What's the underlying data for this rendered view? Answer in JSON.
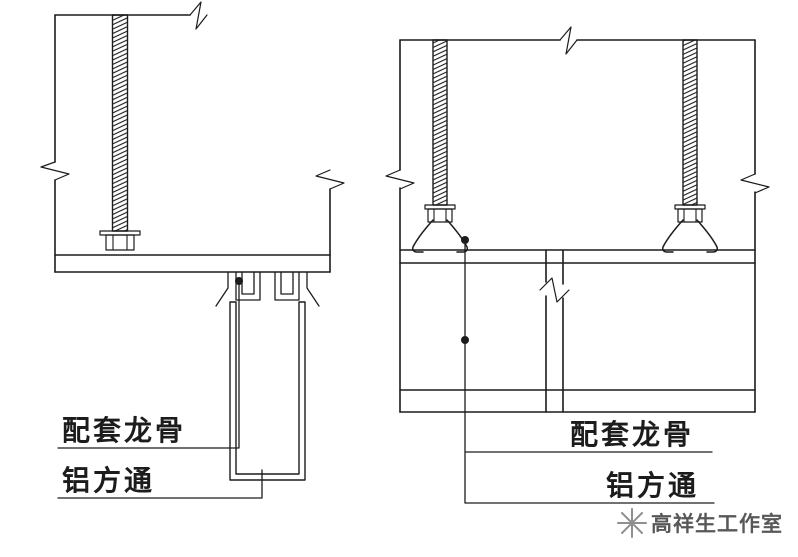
{
  "colors": {
    "background": "#ffffff",
    "ink": "#1c1c1c",
    "watermark_icon": "#8f8f8f",
    "watermark_text": "#585858"
  },
  "left_detail": {
    "keel_label": "配套龙骨",
    "tube_label": "铝方通"
  },
  "right_detail": {
    "keel_label": "配套龙骨",
    "tube_label": "铝方通"
  },
  "watermark": {
    "icon": "sparkle-star-icon",
    "text": "高祥生工作室"
  }
}
